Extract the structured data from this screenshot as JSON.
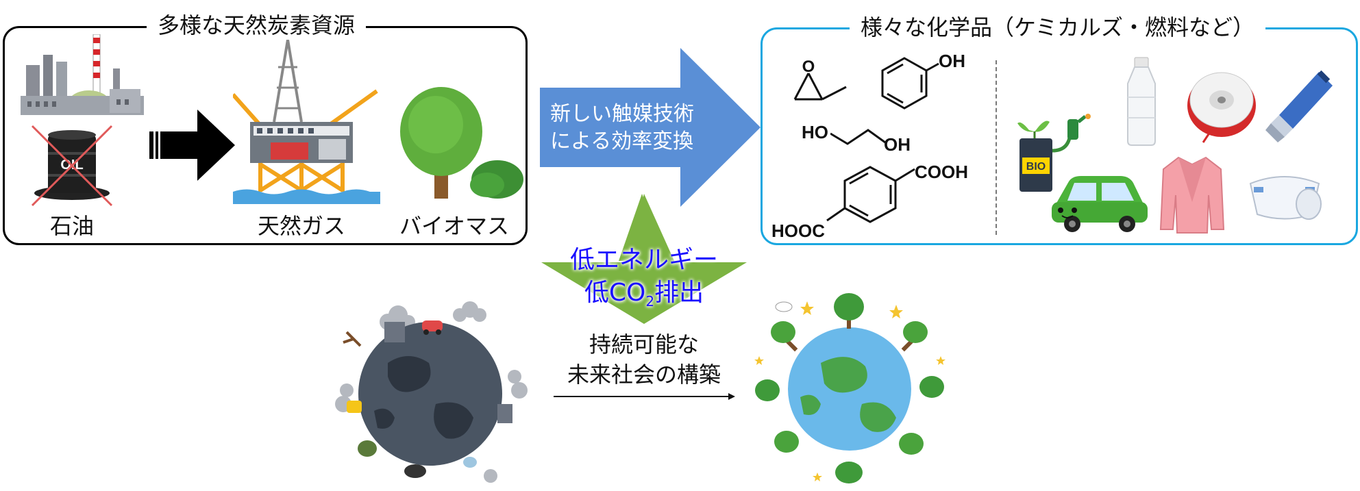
{
  "left_panel": {
    "title": "多様な天然炭素資源",
    "items": [
      {
        "label": "石油",
        "oil_text": "OIL"
      },
      {
        "label": "天然ガス"
      },
      {
        "label": "バイオマス"
      }
    ]
  },
  "right_panel": {
    "title": "様々な化学品（ケミカルズ・燃料など）",
    "chem_labels": {
      "oh": "OH",
      "ho": "HO",
      "oh2": "OH",
      "cooh": "COOH",
      "hooc": "HOOC"
    },
    "bio_text": "BIO"
  },
  "center_arrow": {
    "line1": "新しい触媒技術",
    "line2": "による効率変換"
  },
  "green_arrow": {
    "line1": "低エネルギー",
    "line2_prefix": "低CO",
    "line2_sub": "2",
    "line2_suffix": "排出"
  },
  "bottom": {
    "line1": "持続可能な",
    "line2": "未来社会の構築"
  },
  "colors": {
    "left_border": "#000000",
    "right_border": "#1aa7e0",
    "blue_arrow": "#5a8fd6",
    "green_arrow": "#7cb342",
    "green_text": "#1a10ff"
  }
}
